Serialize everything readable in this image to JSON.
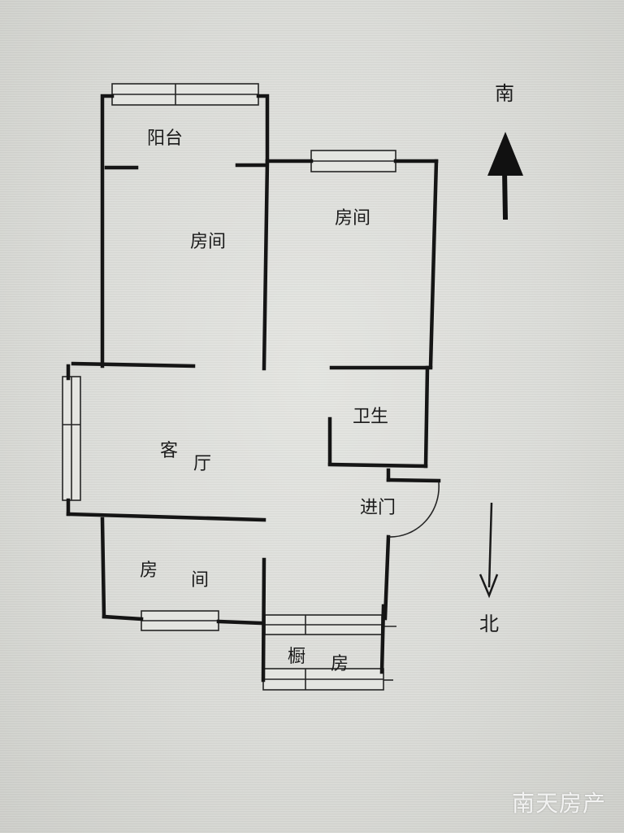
{
  "labels": {
    "balcony": "阳台",
    "room_top_left": "房间",
    "room_top_right": "房间",
    "bathroom": "卫生",
    "living_part1": "客",
    "living_part2": "厅",
    "entrance": "进门",
    "room_bottom_part1": "房",
    "room_bottom_part2": "间",
    "kitchen_part1": "橱",
    "kitchen_part2": "房"
  },
  "compass": {
    "top_label": "南",
    "bottom_label": "北"
  },
  "watermark": "南天房产"
}
